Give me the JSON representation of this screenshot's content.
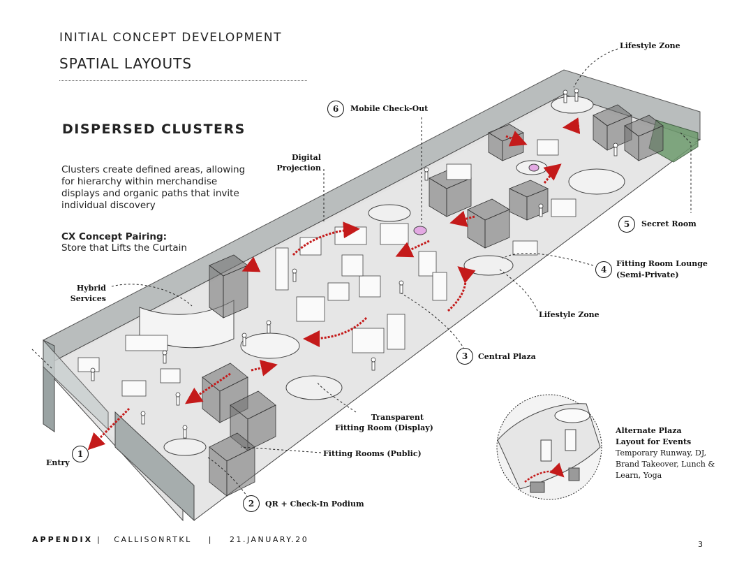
{
  "header": {
    "kicker": "INITIAL CONCEPT DEVELOPMENT",
    "title": "SPATIAL LAYOUTS"
  },
  "section": {
    "title": "DISPERSED CLUSTERS",
    "body": "Clusters create defined areas, allowing for hierarchy within merchandise displays and organic paths that invite individual discovery",
    "pairing_heading": "CX Concept Pairing:",
    "pairing_text": "Store that Lifts the Curtain"
  },
  "labels": {
    "lifestyle_zone_top": "Lifestyle Zone",
    "mobile_checkout": "Mobile Check-Out",
    "digital_projection_line1": "Digital",
    "digital_projection_line2": "Projection",
    "hybrid_services_line1": "Hybrid",
    "hybrid_services_line2": "Services",
    "secret_room": "Secret Room",
    "fitting_room_lounge_line1": "Fitting Room Lounge",
    "fitting_room_lounge_line2": "(Semi-Private)",
    "lifestyle_zone_mid": "Lifestyle Zone",
    "central_plaza": "Central Plaza",
    "transparent_fitting_line1": "Transparent",
    "transparent_fitting_line2": "Fitting Room (Display)",
    "fitting_rooms_public": "Fitting Rooms (Public)",
    "qr_checkin": "QR + Check-In Podium",
    "entry": "Entry"
  },
  "numbers": {
    "n1": "1",
    "n2": "2",
    "n3": "3",
    "n4": "4",
    "n5": "5",
    "n6": "6"
  },
  "alternate_plaza": {
    "title_line1": "Alternate Plaza",
    "title_line2": "Layout for Events",
    "description": "Temporary Runway, DJ, Brand Takeover, Lunch & Learn, Yoga"
  },
  "footer": {
    "appendix": "APPENDIX",
    "sep": "|",
    "firm": "CALLISONRTKL",
    "date": "21.JANUARY.20",
    "page": "3"
  },
  "colors": {
    "floor": "#e4e4e4",
    "wall": "#b8bcbc",
    "cube": "#7f7f7f",
    "arrow": "#c41a1a",
    "secret_room": "#5f8a5f",
    "pink": "#e0a8e0"
  }
}
